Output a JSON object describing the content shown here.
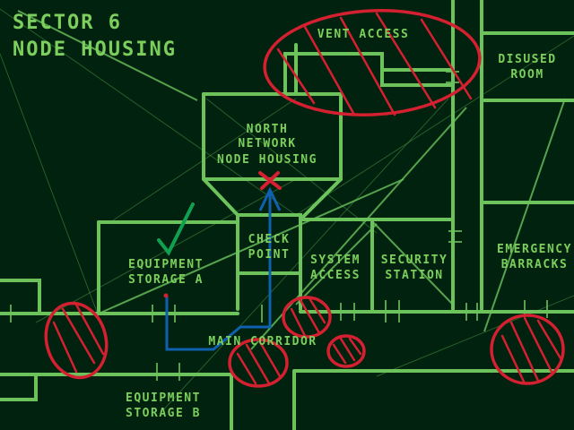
{
  "title": {
    "line1": "SECTOR 6",
    "line2": "NODE HOUSING"
  },
  "rooms": {
    "vent_access": "VENT ACCESS",
    "disused_room": [
      "DISUSED",
      "ROOM"
    ],
    "north_node": [
      "NORTH",
      "NETWORK",
      "NODE HOUSING"
    ],
    "check_point": [
      "CHECK",
      "POINT"
    ],
    "equipment_a": [
      "EQUIPMENT",
      "STORAGE A"
    ],
    "system_access": [
      "SYSTEM",
      "ACCESS"
    ],
    "security_station": [
      "SECURITY",
      "STATION"
    ],
    "emergency_barracks": [
      "EMERGENCY",
      "BARRACKS"
    ],
    "main_corridor": "MAIN CORRIDOR",
    "equipment_b": [
      "EQUIPMENT",
      "STORAGE B"
    ]
  },
  "colors": {
    "background": "#01220f",
    "wall": "#6cc35c",
    "hazard": "#d42030",
    "route": "#1060b0",
    "check": "#10a050"
  },
  "icons": {
    "target": "x-mark-icon",
    "done": "checkmark-icon",
    "hazard": "hatched-circle-icon",
    "route": "arrow-route-icon"
  }
}
